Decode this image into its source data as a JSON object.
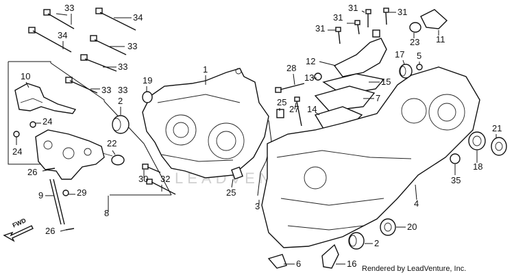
{
  "credit": "Rendered by LeadVenture, Inc.",
  "watermark": "LEADVENTURE",
  "fwd_label": "FWD",
  "labels": [
    {
      "id": "33a",
      "text": "33"
    },
    {
      "id": "34a",
      "text": "34"
    },
    {
      "id": "33b",
      "text": "33"
    },
    {
      "id": "34b",
      "text": "34"
    },
    {
      "id": "33c",
      "text": "33"
    },
    {
      "id": "33d",
      "text": "33"
    },
    {
      "id": "33e",
      "text": "33"
    },
    {
      "id": "10",
      "text": "10"
    },
    {
      "id": "2a",
      "text": "2"
    },
    {
      "id": "19",
      "text": "19"
    },
    {
      "id": "1",
      "text": "1"
    },
    {
      "id": "24a",
      "text": "24"
    },
    {
      "id": "24b",
      "text": "24"
    },
    {
      "id": "22",
      "text": "22"
    },
    {
      "id": "26a",
      "text": "26"
    },
    {
      "id": "30",
      "text": "30"
    },
    {
      "id": "32",
      "text": "32"
    },
    {
      "id": "9",
      "text": "9"
    },
    {
      "id": "29",
      "text": "29"
    },
    {
      "id": "8",
      "text": "8"
    },
    {
      "id": "26b",
      "text": "26"
    },
    {
      "id": "25a",
      "text": "25"
    },
    {
      "id": "3",
      "text": "3"
    },
    {
      "id": "31a",
      "text": "31"
    },
    {
      "id": "31b",
      "text": "31"
    },
    {
      "id": "31c",
      "text": "31"
    },
    {
      "id": "31d",
      "text": "31"
    },
    {
      "id": "11",
      "text": "11"
    },
    {
      "id": "23",
      "text": "23"
    },
    {
      "id": "17",
      "text": "17"
    },
    {
      "id": "5",
      "text": "5"
    },
    {
      "id": "12",
      "text": "12"
    },
    {
      "id": "28",
      "text": "28"
    },
    {
      "id": "13",
      "text": "13"
    },
    {
      "id": "15",
      "text": "15"
    },
    {
      "id": "7",
      "text": "7"
    },
    {
      "id": "25b",
      "text": "25"
    },
    {
      "id": "27",
      "text": "27"
    },
    {
      "id": "14",
      "text": "14"
    },
    {
      "id": "21",
      "text": "21"
    },
    {
      "id": "18",
      "text": "18"
    },
    {
      "id": "35",
      "text": "35"
    },
    {
      "id": "4",
      "text": "4"
    },
    {
      "id": "20",
      "text": "20"
    },
    {
      "id": "2b",
      "text": "2"
    },
    {
      "id": "6",
      "text": "6"
    },
    {
      "id": "16",
      "text": "16"
    }
  ]
}
